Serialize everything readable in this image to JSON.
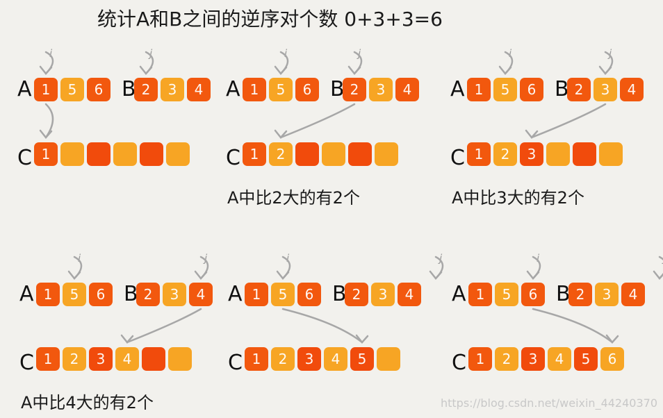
{
  "title": "统计A和B之间的逆序对个数   0+3+3=6",
  "labels": {
    "a": "A",
    "b": "B",
    "c": "C",
    "i": "i",
    "j": "j"
  },
  "colors": {
    "orange_dark": "#f2580e",
    "orange_light": "#f7a524",
    "arrow": "#a7a7a7"
  },
  "panels": [
    {
      "a": [
        "1",
        "5",
        "6"
      ],
      "b": [
        "2",
        "3",
        "4"
      ],
      "c": [
        "1",
        "",
        "",
        "",
        "",
        ""
      ],
      "caption": ""
    },
    {
      "a": [
        "1",
        "5",
        "6"
      ],
      "b": [
        "2",
        "3",
        "4"
      ],
      "c": [
        "1",
        "2",
        "",
        "",
        "",
        ""
      ],
      "caption": "A中比2大的有2个"
    },
    {
      "a": [
        "1",
        "5",
        "6"
      ],
      "b": [
        "2",
        "3",
        "4"
      ],
      "c": [
        "1",
        "2",
        "3",
        "",
        "",
        ""
      ],
      "caption": "A中比3大的有2个"
    },
    {
      "a": [
        "1",
        "5",
        "6"
      ],
      "b": [
        "2",
        "3",
        "4"
      ],
      "c": [
        "1",
        "2",
        "3",
        "4",
        "",
        ""
      ],
      "caption": "A中比4大的有2个"
    },
    {
      "a": [
        "1",
        "5",
        "6"
      ],
      "b": [
        "2",
        "3",
        "4"
      ],
      "c": [
        "1",
        "2",
        "3",
        "4",
        "5",
        ""
      ],
      "caption": ""
    },
    {
      "a": [
        "1",
        "5",
        "6"
      ],
      "b": [
        "2",
        "3",
        "4"
      ],
      "c": [
        "1",
        "2",
        "3",
        "4",
        "5",
        "6"
      ],
      "caption": ""
    }
  ],
  "watermark": "https://blog.csdn.net/weixin_44240370"
}
